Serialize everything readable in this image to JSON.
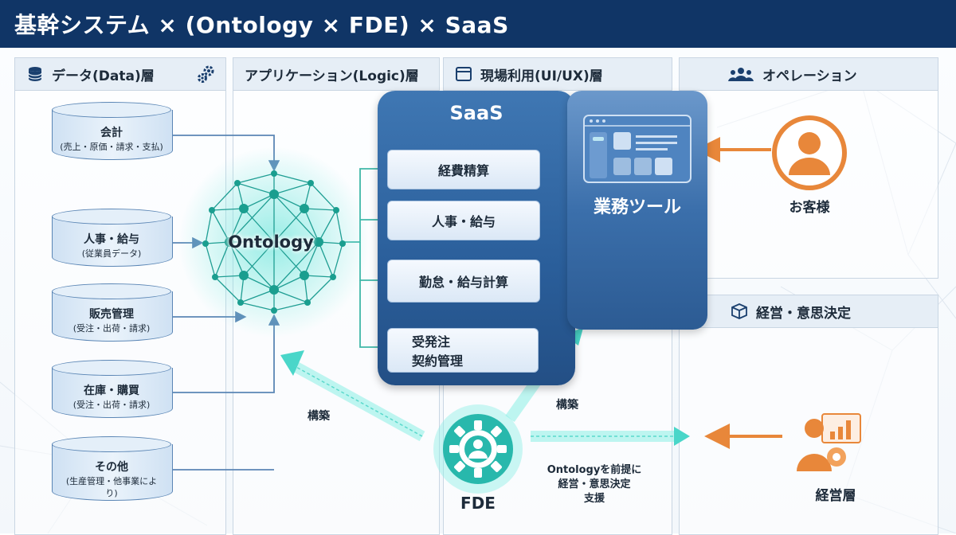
{
  "title": "基幹システム × (Ontology × FDE) × SaaS",
  "columns": {
    "data": "データ(Data)層",
    "logic": "アプリケーション(Logic)層",
    "ux": "現場利用(UI/UX)層",
    "ops": "オペレーション",
    "mgmt": "経営・意思決定"
  },
  "databases": [
    {
      "name": "会計",
      "sub": "(売上・原価・請求・支払)"
    },
    {
      "name": "人事・給与",
      "sub": "(従業員データ)"
    },
    {
      "name": "販売管理",
      "sub": "(受注・出荷・請求)"
    },
    {
      "name": "在庫・購買",
      "sub": "(受注・出荷・請求)"
    },
    {
      "name": "その他",
      "sub": "(生産管理・他事業によ",
      "sub2": "り)"
    }
  ],
  "ontology": "Ontology",
  "saas": {
    "title": "SaaS",
    "modules": [
      "経費精算",
      "人事・給与",
      "勤怠・給与計算",
      "受発注",
      "契約管理"
    ]
  },
  "tool": "業務ツール",
  "customer": "お客様",
  "management": "経営層",
  "fde": "FDE",
  "build_left": "構築",
  "build_right": "構築",
  "fde_note": [
    "Ontologyを前提に",
    "経営・意思決定",
    "支援"
  ],
  "colors": {
    "header": "#103566",
    "accent": "#1fb8b0",
    "orange": "#e8873a",
    "saas": "#2a5e9a"
  }
}
